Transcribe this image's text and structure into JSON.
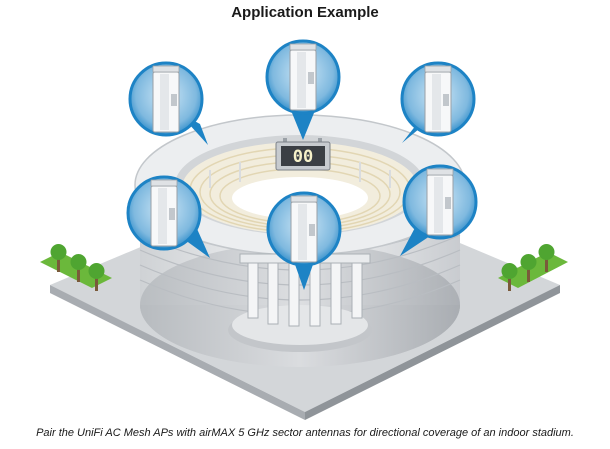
{
  "figure": {
    "title": "Application Example",
    "caption": "Pair the UniFi AC Mesh APs with airMAX 5 GHz sector antennas for directional coverage of an indoor stadium.",
    "scoreboard_text": "00"
  },
  "callouts": [
    {
      "id": "top-center",
      "device": "sector-antenna-icon"
    },
    {
      "id": "upper-left",
      "device": "sector-antenna-icon"
    },
    {
      "id": "upper-right",
      "device": "sector-antenna-icon"
    },
    {
      "id": "mid-left",
      "device": "sector-antenna-icon"
    },
    {
      "id": "mid-right",
      "device": "sector-antenna-icon"
    },
    {
      "id": "front-center",
      "device": "sector-antenna-icon"
    }
  ],
  "colors": {
    "callout_blue": "#1d83c5",
    "stadium_grey": "#e6e8ea",
    "tree_green": "#4fa531",
    "seats": "#efe6cf"
  }
}
